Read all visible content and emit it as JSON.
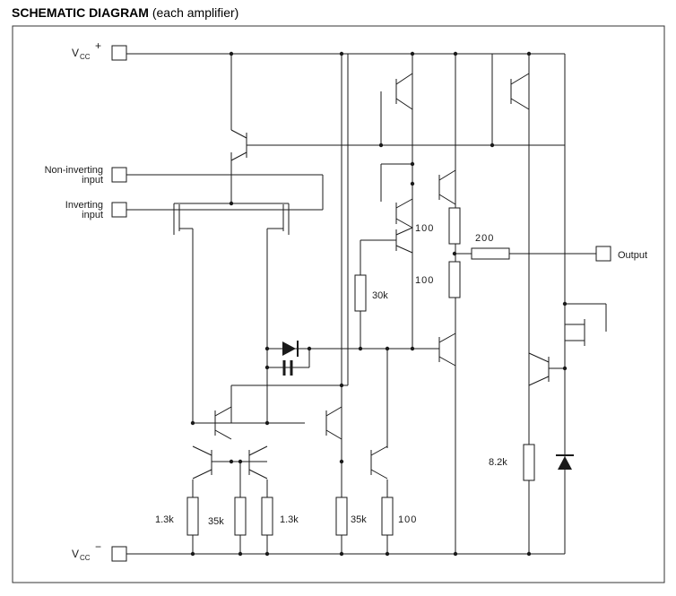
{
  "heading": {
    "title": "SCHEMATIC DIAGRAM",
    "subtitle": "(each amplifier)"
  },
  "terminals": {
    "vcc_pos": {
      "main": "V",
      "sub": "CC",
      "sign": "+"
    },
    "noninv": {
      "line1": "Non-inverting",
      "line2": "input"
    },
    "inv": {
      "line1": "Inverting",
      "line2": "input"
    },
    "output": "Output",
    "vcc_neg": {
      "main": "V",
      "sub": "CC",
      "sign": "−"
    }
  },
  "resistors": {
    "r_100_top": "100",
    "r_200": "200",
    "r_100_mid": "100",
    "r_30k": "30k",
    "r_8k2": "8.2k",
    "r_1k3_left": "1.3k",
    "r_35k_left": "35k",
    "r_1k3_right": "1.3k",
    "r_35k_right": "35k",
    "r_100_bottom": "100"
  }
}
